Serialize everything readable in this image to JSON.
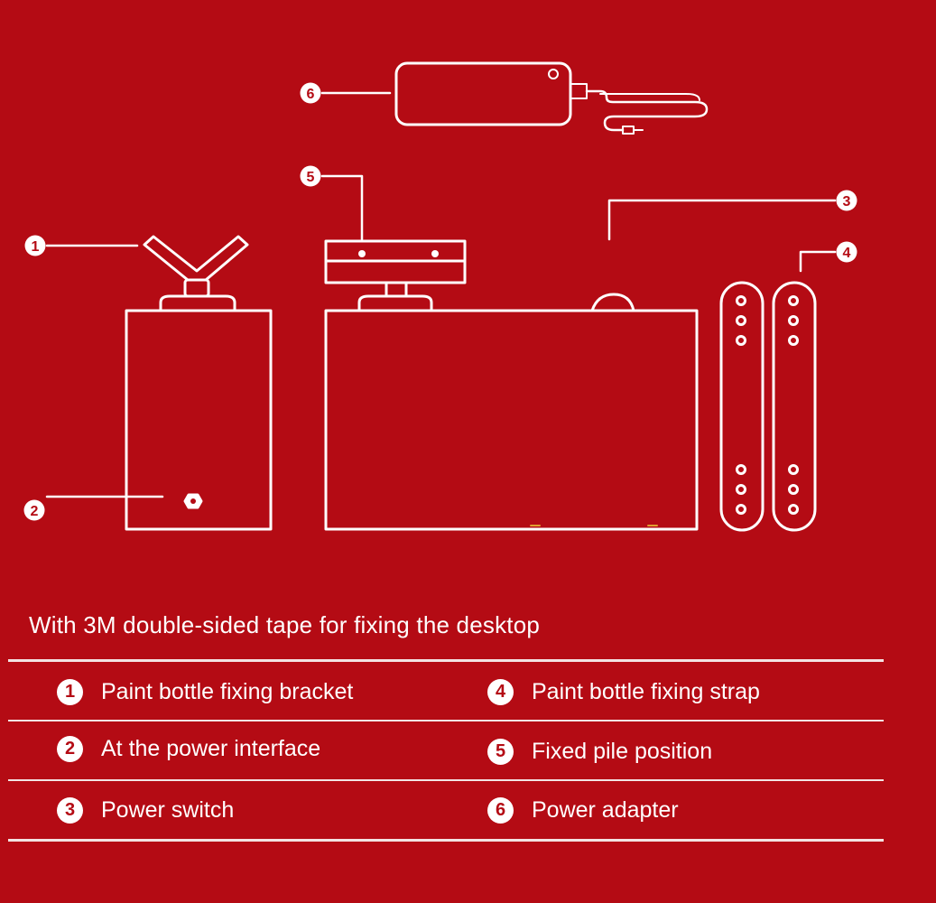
{
  "colors": {
    "background": "#b40b14",
    "line": "#ffffff"
  },
  "callouts": [
    "1",
    "2",
    "3",
    "4",
    "5",
    "6"
  ],
  "caption": "With 3M double-sided tape for fixing the desktop",
  "legend": [
    {
      "num": "1",
      "label": "Paint bottle fixing bracket"
    },
    {
      "num": "2",
      "label": "At the power interface"
    },
    {
      "num": "3",
      "label": "Power switch"
    },
    {
      "num": "4",
      "label": "Paint bottle fixing strap"
    },
    {
      "num": "5",
      "label": "Fixed pile position"
    },
    {
      "num": "6",
      "label": "Power adapter"
    }
  ]
}
